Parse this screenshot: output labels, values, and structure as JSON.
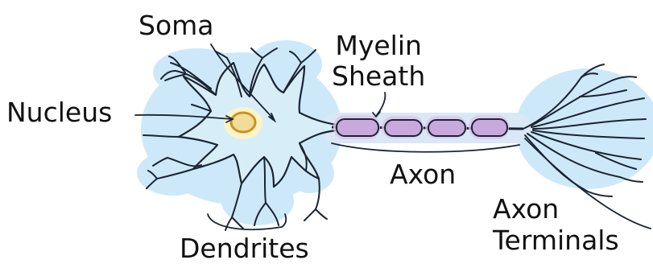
{
  "labels": {
    "soma": "Soma",
    "myelin_line1": "Myelin",
    "myelin_line2": "Sheath",
    "nucleus": "Nucleus",
    "axon": "Axon",
    "terminals_line1": "Axon",
    "terminals_line2": "Terminals",
    "dendrites": "Dendrites"
  },
  "colors": {
    "outline": "#1a2433",
    "cell_fill": "#d7eef9",
    "cell_glow": "#b8e0f7",
    "nucleus_fill": "#f2dc9a",
    "nucleus_stroke": "#c8941c",
    "nucleus_glow": "#fff3c4",
    "myelin_fill": "#c9a8dc",
    "myelin_glow": "#dcc4ea"
  }
}
